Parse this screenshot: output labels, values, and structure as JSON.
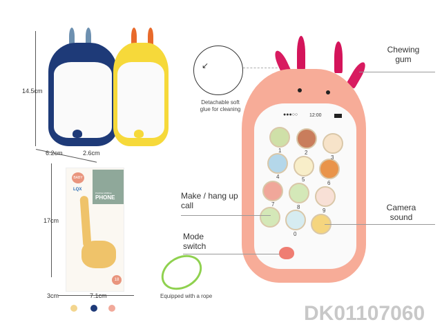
{
  "dimensions": {
    "height": "14.5cm",
    "width": "6.2cm",
    "depth": "2.6cm",
    "box_height": "17cm",
    "box_depth": "3cm",
    "box_width": "7.1cm"
  },
  "callouts": {
    "detachable": "Detachable soft glue for cleaning",
    "chewing": "Chewing gum",
    "call": "Make / hang up call",
    "mode": "Mode switch",
    "camera": "Camera sound",
    "rope": "Equipped with a rope"
  },
  "phone_screen": {
    "time": "12:00",
    "keys": [
      "1",
      "2",
      "3",
      "4",
      "5",
      "6",
      "7",
      "8",
      "9",
      "0"
    ]
  },
  "package": {
    "badge": "BABY",
    "brand": "LQX",
    "title_small": "PUZZLE MOBILE",
    "title": "PHONE",
    "age": "18"
  },
  "product_code": "DK01107060",
  "colors": {
    "yellow": "#f3d58e",
    "navy": "#1e3a78",
    "pink": "#f1a99a"
  }
}
